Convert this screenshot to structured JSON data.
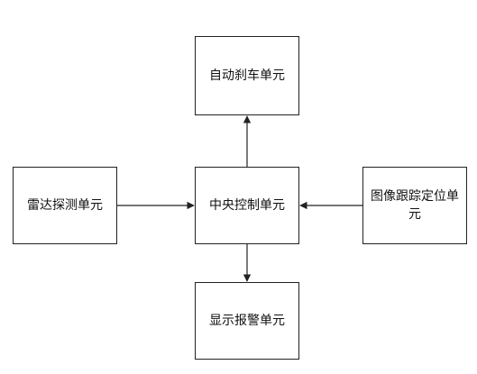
{
  "nodes": {
    "top": {
      "label": "自动刹车单元"
    },
    "center": {
      "label": "中央控制单元"
    },
    "left": {
      "label": "雷达探测单元"
    },
    "right": {
      "label": "图像跟踪定位单元"
    },
    "bottom": {
      "label": "显示报警单元"
    }
  },
  "edges": [
    {
      "from": "center",
      "to": "top"
    },
    {
      "from": "left",
      "to": "center"
    },
    {
      "from": "right",
      "to": "center"
    },
    {
      "from": "center",
      "to": "bottom"
    }
  ],
  "colors": {
    "stroke": "#222222",
    "text": "#111111",
    "background": "#ffffff"
  }
}
